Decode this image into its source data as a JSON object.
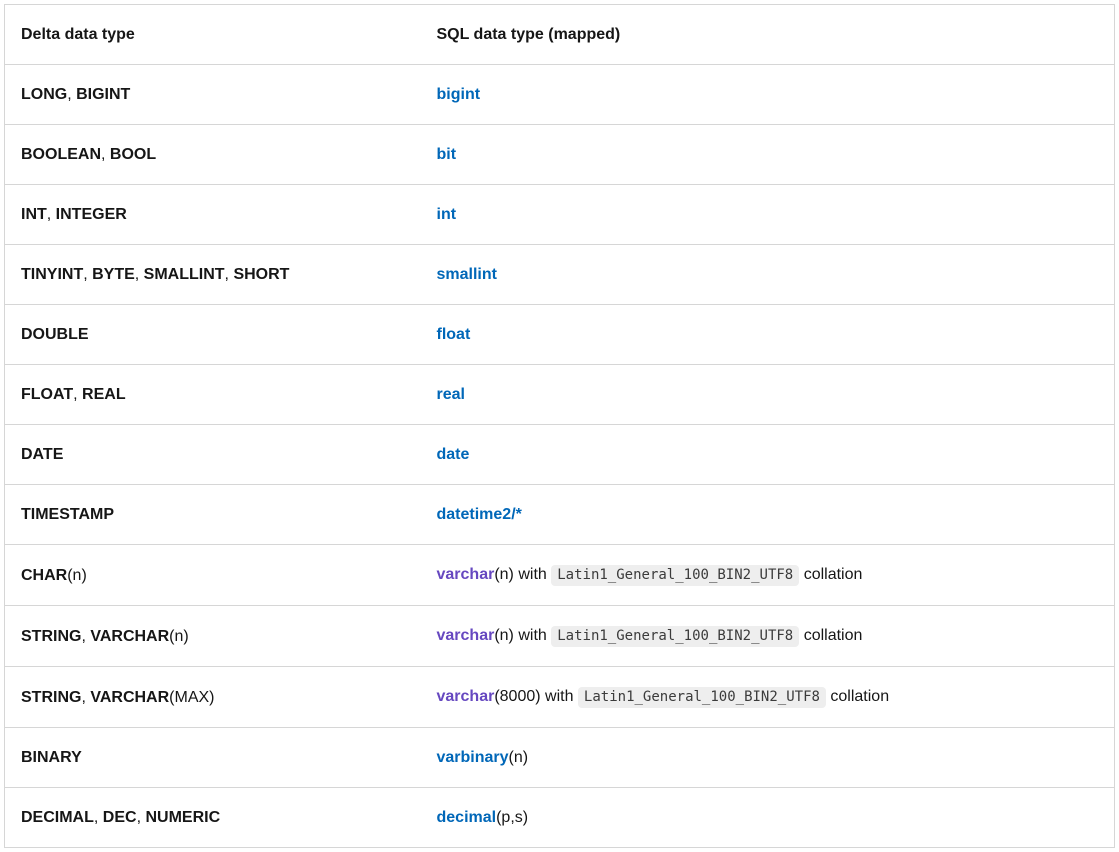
{
  "colors": {
    "text": "#161616",
    "link_blue": "#0067b8",
    "link_visited": "#6648c0",
    "border": "#d6d6d6",
    "code_bg": "#eeeeee",
    "code_text": "#3b3b3b"
  },
  "table": {
    "columns": [
      {
        "label": "Delta data type"
      },
      {
        "label": "SQL data type (mapped)"
      }
    ],
    "rows": [
      {
        "delta": [
          {
            "t": "LONG",
            "s": "bold"
          },
          {
            "t": ", ",
            "s": "plain"
          },
          {
            "t": "BIGINT",
            "s": "bold"
          }
        ],
        "sql": [
          {
            "t": "bigint",
            "s": "link"
          }
        ]
      },
      {
        "delta": [
          {
            "t": "BOOLEAN",
            "s": "bold"
          },
          {
            "t": ", ",
            "s": "plain"
          },
          {
            "t": "BOOL",
            "s": "bold"
          }
        ],
        "sql": [
          {
            "t": "bit",
            "s": "link"
          }
        ]
      },
      {
        "delta": [
          {
            "t": "INT",
            "s": "bold"
          },
          {
            "t": ", ",
            "s": "plain"
          },
          {
            "t": "INTEGER",
            "s": "bold"
          }
        ],
        "sql": [
          {
            "t": "int",
            "s": "link"
          }
        ]
      },
      {
        "delta": [
          {
            "t": "TINYINT",
            "s": "bold"
          },
          {
            "t": ", ",
            "s": "plain"
          },
          {
            "t": "BYTE",
            "s": "bold"
          },
          {
            "t": ", ",
            "s": "plain"
          },
          {
            "t": "SMALLINT",
            "s": "bold"
          },
          {
            "t": ", ",
            "s": "plain"
          },
          {
            "t": "SHORT",
            "s": "bold"
          }
        ],
        "sql": [
          {
            "t": "smallint",
            "s": "link"
          }
        ]
      },
      {
        "delta": [
          {
            "t": "DOUBLE",
            "s": "bold"
          }
        ],
        "sql": [
          {
            "t": "float",
            "s": "link"
          }
        ]
      },
      {
        "delta": [
          {
            "t": "FLOAT",
            "s": "bold"
          },
          {
            "t": ", ",
            "s": "plain"
          },
          {
            "t": "REAL",
            "s": "bold"
          }
        ],
        "sql": [
          {
            "t": "real",
            "s": "link"
          }
        ]
      },
      {
        "delta": [
          {
            "t": "DATE",
            "s": "bold"
          }
        ],
        "sql": [
          {
            "t": "date",
            "s": "link"
          }
        ]
      },
      {
        "delta": [
          {
            "t": "TIMESTAMP",
            "s": "bold"
          }
        ],
        "sql": [
          {
            "t": "datetime2/*",
            "s": "link"
          }
        ]
      },
      {
        "delta": [
          {
            "t": "CHAR",
            "s": "bold"
          },
          {
            "t": "(n)",
            "s": "plain"
          }
        ],
        "sql": [
          {
            "t": "varchar",
            "s": "visited"
          },
          {
            "t": "(n) with ",
            "s": "plain"
          },
          {
            "t": "Latin1_General_100_BIN2_UTF8",
            "s": "code"
          },
          {
            "t": " collation",
            "s": "plain"
          }
        ]
      },
      {
        "delta": [
          {
            "t": "STRING",
            "s": "bold"
          },
          {
            "t": ", ",
            "s": "plain"
          },
          {
            "t": "VARCHAR",
            "s": "bold"
          },
          {
            "t": "(n)",
            "s": "plain"
          }
        ],
        "sql": [
          {
            "t": "varchar",
            "s": "visited"
          },
          {
            "t": "(n) with ",
            "s": "plain"
          },
          {
            "t": "Latin1_General_100_BIN2_UTF8",
            "s": "code"
          },
          {
            "t": " collation",
            "s": "plain"
          }
        ]
      },
      {
        "delta": [
          {
            "t": "STRING",
            "s": "bold"
          },
          {
            "t": ", ",
            "s": "plain"
          },
          {
            "t": "VARCHAR",
            "s": "bold"
          },
          {
            "t": "(MAX)",
            "s": "plain"
          }
        ],
        "sql": [
          {
            "t": "varchar",
            "s": "visited"
          },
          {
            "t": "(8000) with ",
            "s": "plain"
          },
          {
            "t": "Latin1_General_100_BIN2_UTF8",
            "s": "code"
          },
          {
            "t": " collation",
            "s": "plain"
          }
        ]
      },
      {
        "delta": [
          {
            "t": "BINARY",
            "s": "bold"
          }
        ],
        "sql": [
          {
            "t": "varbinary",
            "s": "link"
          },
          {
            "t": "(n)",
            "s": "plain"
          }
        ]
      },
      {
        "delta": [
          {
            "t": "DECIMAL",
            "s": "bold"
          },
          {
            "t": ", ",
            "s": "plain"
          },
          {
            "t": "DEC",
            "s": "bold"
          },
          {
            "t": ", ",
            "s": "plain"
          },
          {
            "t": "NUMERIC",
            "s": "bold"
          }
        ],
        "sql": [
          {
            "t": "decimal",
            "s": "link"
          },
          {
            "t": "(p,s)",
            "s": "plain"
          }
        ]
      }
    ]
  }
}
